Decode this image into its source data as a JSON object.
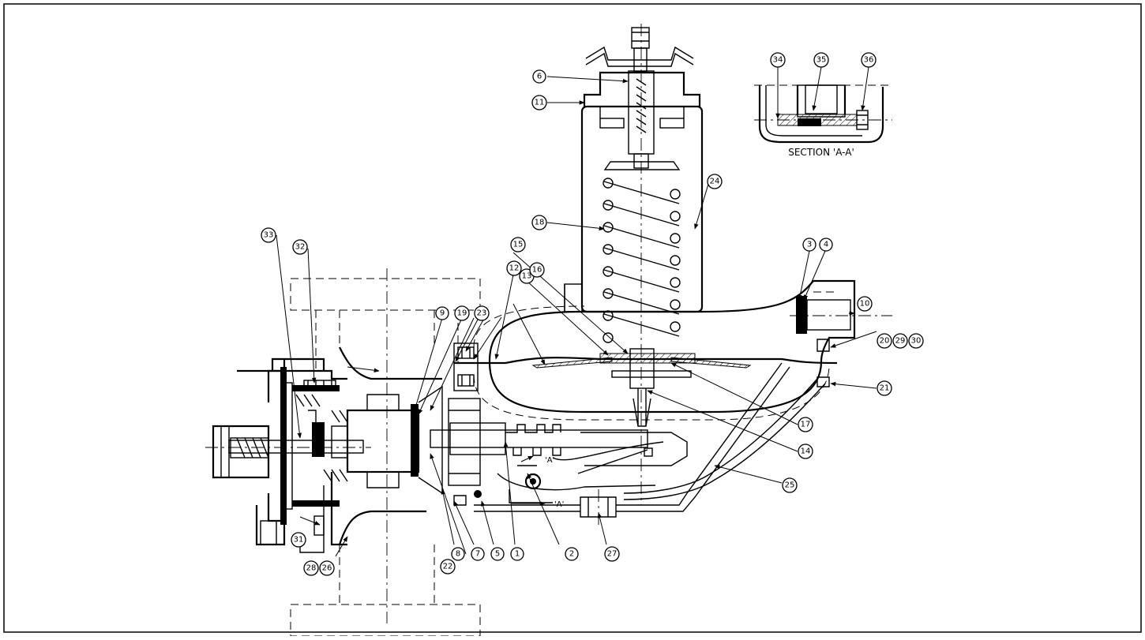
{
  "section_title": "SECTION 'A-A'",
  "section_marks": [
    "'A'",
    "'A'"
  ],
  "callouts": [
    {
      "id": "c1",
      "label": "1"
    },
    {
      "id": "c2",
      "label": "2"
    },
    {
      "id": "c3",
      "label": "3"
    },
    {
      "id": "c4",
      "label": "4"
    },
    {
      "id": "c5",
      "label": "5"
    },
    {
      "id": "c6",
      "label": "6"
    },
    {
      "id": "c7",
      "label": "7"
    },
    {
      "id": "c8",
      "label": "8"
    },
    {
      "id": "c9",
      "label": "9"
    },
    {
      "id": "c10",
      "label": "10"
    },
    {
      "id": "c11",
      "label": "11"
    },
    {
      "id": "c12",
      "label": "12"
    },
    {
      "id": "c13",
      "label": "13"
    },
    {
      "id": "c14",
      "label": "14"
    },
    {
      "id": "c15",
      "label": "15"
    },
    {
      "id": "c16",
      "label": "16"
    },
    {
      "id": "c17",
      "label": "17"
    },
    {
      "id": "c18",
      "label": "18"
    },
    {
      "id": "c19",
      "label": "19"
    },
    {
      "id": "c20",
      "label": "20"
    },
    {
      "id": "c29",
      "label": "29"
    },
    {
      "id": "c30",
      "label": "30"
    },
    {
      "id": "c21",
      "label": "21"
    },
    {
      "id": "c22",
      "label": "22"
    },
    {
      "id": "c23",
      "label": "23"
    },
    {
      "id": "c24",
      "label": "24"
    },
    {
      "id": "c25",
      "label": "25"
    },
    {
      "id": "c26",
      "label": "26"
    },
    {
      "id": "c27",
      "label": "27"
    },
    {
      "id": "c28",
      "label": "28"
    },
    {
      "id": "c31",
      "label": "31"
    },
    {
      "id": "c32",
      "label": "32"
    },
    {
      "id": "c33",
      "label": "33"
    },
    {
      "id": "c34",
      "label": "34"
    },
    {
      "id": "c35",
      "label": "35"
    },
    {
      "id": "c36",
      "label": "36"
    }
  ]
}
